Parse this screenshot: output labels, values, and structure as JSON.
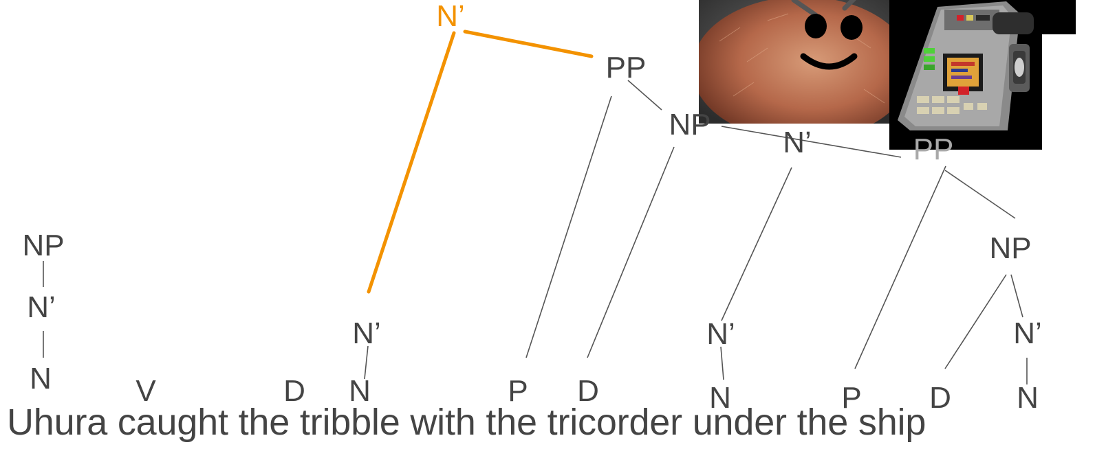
{
  "sentence": "Uhura caught the tribble with the tricorder under the ship",
  "colors": {
    "text": "#444444",
    "line": "#555555",
    "highlight": "#f39200",
    "faded": "#a9a9a9"
  },
  "images": {
    "tribble": "cartoon-faced furry tribble photo",
    "tricorder": "tricorder device photo"
  },
  "nodes": {
    "np_uhura": "NP",
    "nbar_uhura": "N’",
    "n_uhura": "N",
    "v_caught": "V",
    "d_the1": "D",
    "n_tribble": "N",
    "nbar_tribble": "N’",
    "nbar_top": "N’",
    "pp_with": "PP",
    "p_with": "P",
    "np_tricorder": "NP",
    "d_the2": "D",
    "nbar_tricorder": "N’",
    "n_tricorder": "N",
    "pp_under": "PP",
    "p_under": "P",
    "np_ship": "NP",
    "d_the3": "D",
    "nbar_ship": "N’",
    "n_ship": "N"
  }
}
